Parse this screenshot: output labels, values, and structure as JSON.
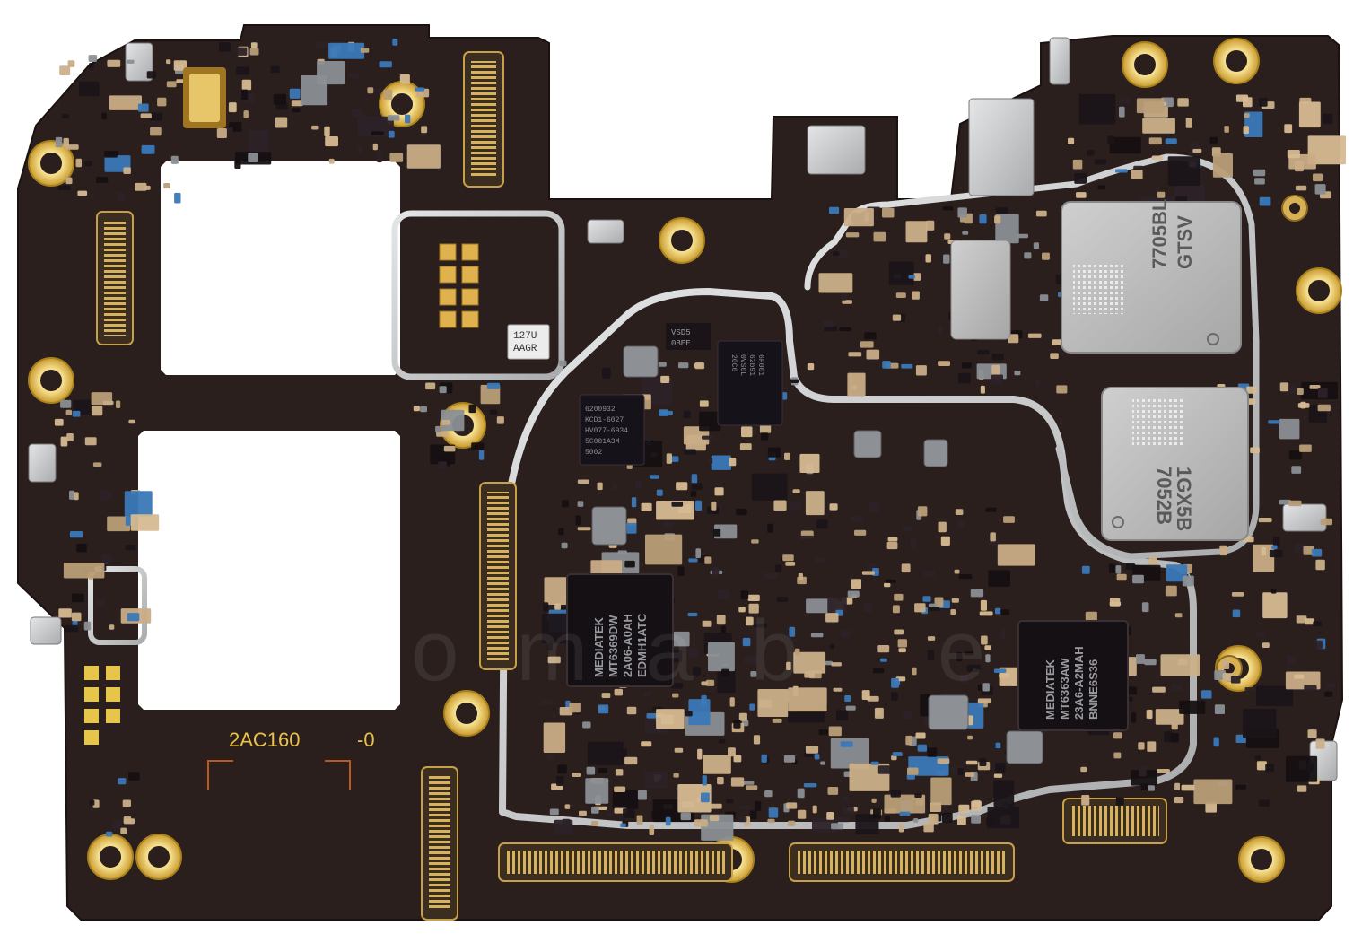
{
  "colors": {
    "background": "#ffffff",
    "pcb": "#2a1f1c",
    "pcb_edge": "#1e1614",
    "gold": "#d9b24a",
    "gold_inner": "#f2d37a",
    "shield": "#c9cbcc",
    "component_tan": "#c9ad86",
    "component_dark": "#151012",
    "silkscreen": "#e8c24a",
    "silkscreen_white": "#e6e6e6"
  },
  "labels": {
    "board_code": "2AC160",
    "board_rev": "-0",
    "small_ic_line1": "127U",
    "small_ic_line2": "AAGR",
    "ic_vsd_1": "VSD5",
    "ic_vsd_2": "0BEE",
    "mem_top_1": "7705BL",
    "mem_top_2": "GTSV",
    "mem_bottom_1": "7052B",
    "mem_bottom_2": "1GX5B",
    "mtk_left_1": "MEDIATEK",
    "mtk_left_2": "MT6369DW",
    "mtk_left_3": "2A06-A0AH",
    "mtk_left_4": "EDMH1ATC",
    "mtk_right_1": "MEDIATEK",
    "mtk_right_2": "MT6363AW",
    "mtk_right_3": "23A6-A2MAH",
    "mtk_right_4": "BNNE6S36",
    "qfn_left_1": "6200932",
    "qfn_left_2": "KCD1-6027",
    "qfn_left_3": "HV077-6934",
    "qfn_left_4": "5C001A3M",
    "qfn_left_5": "5002",
    "qfn_mid_1": "6F001",
    "qfn_mid_2": "62b91",
    "qfn_mid_3": "0VS0L",
    "qfn_mid_4": "20C6",
    "watermark": "ictomab e"
  }
}
